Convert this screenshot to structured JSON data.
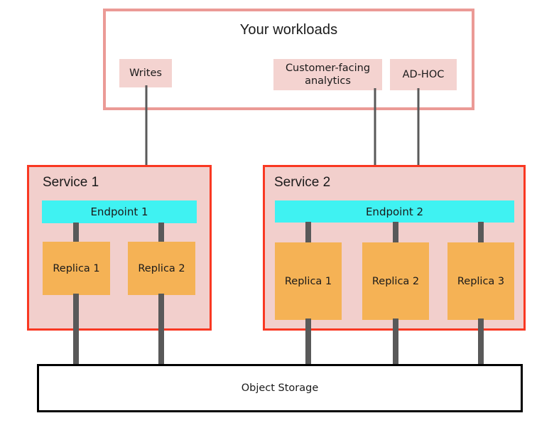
{
  "diagram": {
    "title": "Your workloads",
    "workloads": [
      {
        "id": "writes",
        "label": "Writes"
      },
      {
        "id": "customer-facing-analytics",
        "label": "Customer-facing analytics"
      },
      {
        "id": "ad-hoc",
        "label": "AD-HOC"
      }
    ],
    "services": [
      {
        "id": "service-1",
        "label": "Service 1",
        "endpoint": "Endpoint 1",
        "replicas": [
          "Replica 1",
          "Replica 2"
        ]
      },
      {
        "id": "service-2",
        "label": "Service 2",
        "endpoint": "Endpoint 2",
        "replicas": [
          "Replica 1",
          "Replica 2",
          "Replica 3"
        ]
      }
    ],
    "storage": {
      "label": "Object Storage"
    },
    "colors": {
      "workload_border": "#eb9a96",
      "workload_chip": "#f4d3d0",
      "service_border": "#f93822",
      "service_fill": "#f2cfcc",
      "endpoint": "#3ff2f2",
      "replica": "#f5b255",
      "connector": "#595959",
      "storage_border": "#000000",
      "text": "#1a1a1a"
    }
  }
}
